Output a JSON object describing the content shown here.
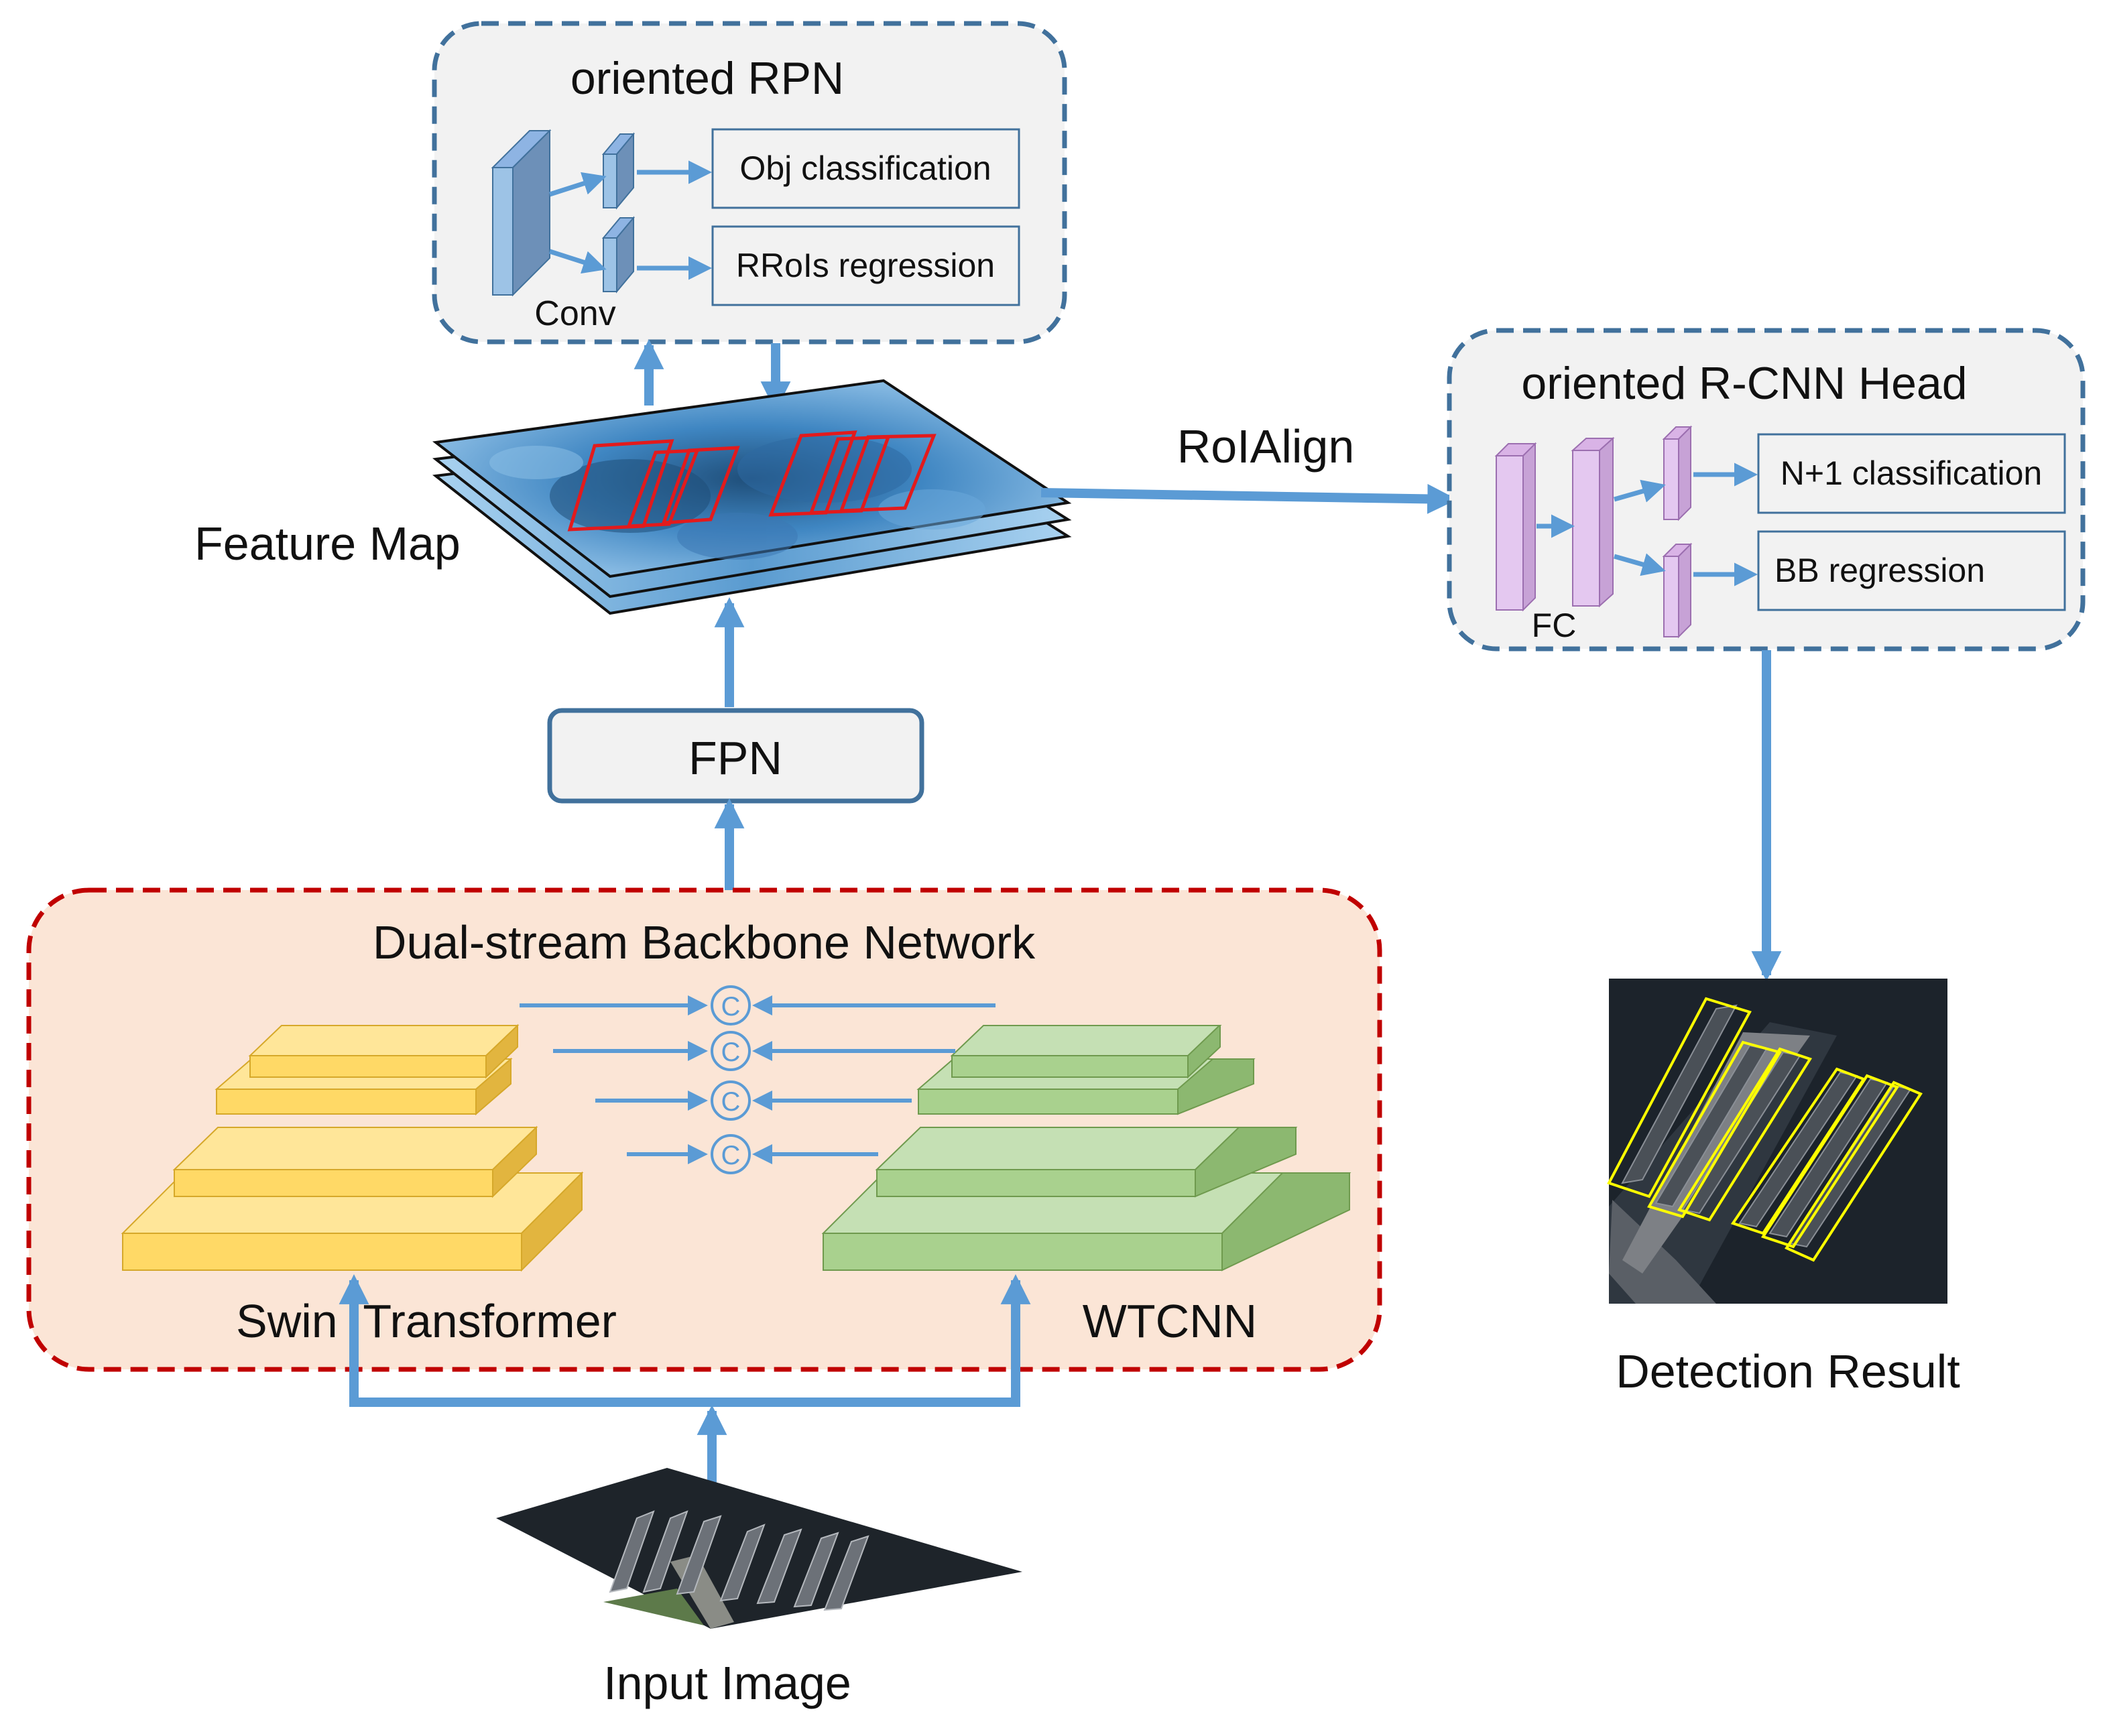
{
  "rpn": {
    "title": "oriented RPN",
    "conv_label": "Conv",
    "obj_label": "Obj classification",
    "rrois_label": "RRoIs regression"
  },
  "feature_map": {
    "label": "Feature Map"
  },
  "roialign": {
    "label": "RoIAlign"
  },
  "rcnn": {
    "title": "oriented R-CNN Head",
    "fc_label": "FC",
    "cls_label": "N+1 classification",
    "bb_label": "BB regression"
  },
  "fpn": {
    "label": "FPN"
  },
  "backbone": {
    "title": "Dual-stream Backbone Network",
    "swin_label": "Swin  Transformer",
    "wtcnn_label": "WTCNN",
    "concat_symbol": "C"
  },
  "input": {
    "label": "Input Image"
  },
  "output": {
    "label": "Detection Result"
  },
  "colors": {
    "arrow": "#5b9bd5",
    "rpn_border": "#41719c",
    "backbone_border": "#c00000",
    "backbone_fill": "#fbe5d6",
    "swin_fill": "#ffd966",
    "wtcnn_fill": "#a9d18e",
    "fc_fill": "#e4c8f0",
    "rpn_box_fill": "#f2f2f2",
    "roi_box": "#e31a1c",
    "detection_box": "#ffff00"
  }
}
